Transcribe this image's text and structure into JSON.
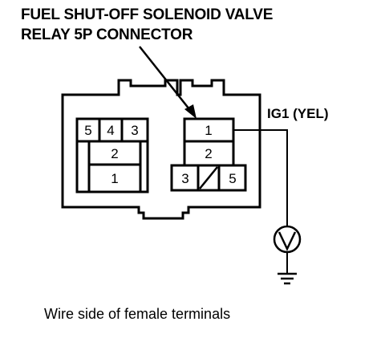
{
  "diagram": {
    "title_line1": "FUEL SHUT-OFF SOLENOID VALVE",
    "title_line2": "RELAY 5P CONNECTOR",
    "wire_label": "IG1 (YEL)",
    "caption": "Wire side of female terminals",
    "left_block": {
      "top_row": [
        "5",
        "4",
        "3"
      ],
      "middle": "2",
      "bottom": "1"
    },
    "right_block": {
      "top": "1",
      "middle": "2",
      "bottom_left": "3",
      "bottom_right": "5"
    },
    "meter_symbol": "V",
    "icons": [
      "voltmeter-icon",
      "ground-icon"
    ]
  }
}
